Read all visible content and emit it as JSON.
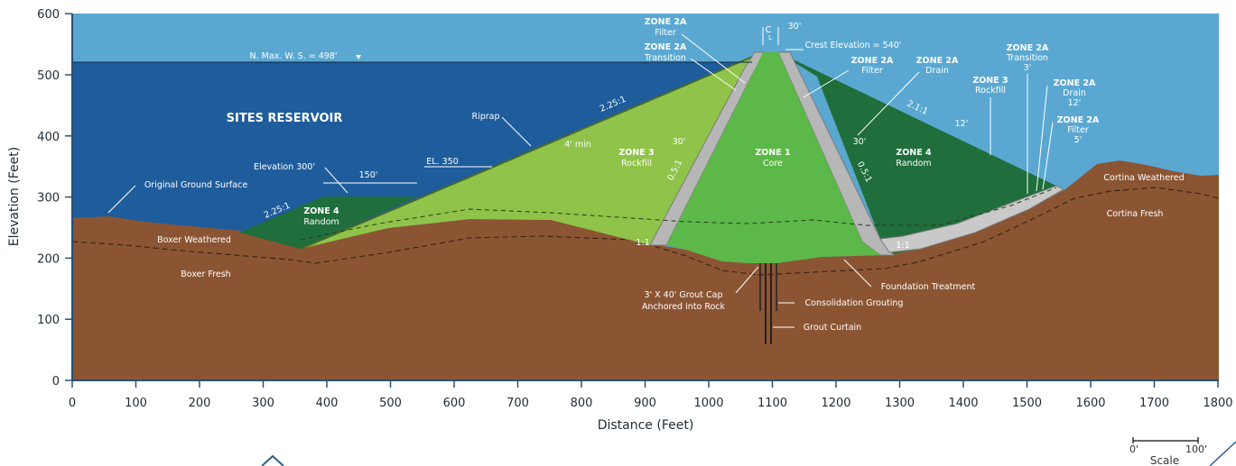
{
  "axes": {
    "y_label": "Elevation (Feet)",
    "x_label": "Distance (Feet)",
    "y_ticks": [
      "0",
      "100",
      "200",
      "300",
      "400",
      "500",
      "600"
    ],
    "x_ticks": [
      "0",
      "100",
      "200",
      "300",
      "400",
      "500",
      "600",
      "700",
      "800",
      "900",
      "1000",
      "1100",
      "1200",
      "1300",
      "1400",
      "1500",
      "1600",
      "1700",
      "1800"
    ]
  },
  "reservoir": {
    "name": "SITES RESERVOIR",
    "max_ws": "N. Max. W. S. = 498'"
  },
  "zones": {
    "zone4_left": [
      "ZONE 4",
      "Random"
    ],
    "zone3_left": [
      "ZONE 3",
      "Rockfill"
    ],
    "zone1": [
      "ZONE 1",
      "Core"
    ],
    "zone4_right": [
      "ZONE 4",
      "Random"
    ],
    "zone2a_filter_top": [
      "ZONE 2A",
      "Filter"
    ],
    "zone2a_transition_top": [
      "ZONE 2A",
      "Transition"
    ],
    "zone2a_filter_right": [
      "ZONE 2A",
      "Filter"
    ],
    "zone2a_drain_right": [
      "ZONE 2A",
      "Drain"
    ],
    "zone3_rockfill_right": [
      "ZONE 3",
      "Rockfill"
    ],
    "zone2a_transition_far": [
      "ZONE 2A",
      "Transition",
      "3'"
    ],
    "zone2a_drain_far": [
      "ZONE 2A",
      "Drain",
      "12'"
    ],
    "zone2a_filter_far": [
      "ZONE 2A",
      "Filter",
      "5'"
    ]
  },
  "annotations": {
    "crest_elevation": "Crest Elevation = 540'",
    "crest_width": "30'",
    "centerline": "C",
    "centerline_sub": "L",
    "riprap": "Riprap",
    "riprap_thickness": "4' min",
    "slope_upstream": "2.25:1",
    "slope_zone4": "2.25:1",
    "slope_downstream": "2.1:1",
    "slope_core_left": "0.5:1",
    "slope_core_right": "0.5:1",
    "slope_base_left": "1:1",
    "slope_base_right": "1:1",
    "filter_width_left": "30'",
    "filter_width_right": "30'",
    "drain_thickness": "12'",
    "el_350": "EL. 350",
    "elevation_300": "Elevation 300'",
    "berm_width": "150'",
    "original_ground": "Original Ground Surface",
    "boxer_weathered": "Boxer Weathered",
    "boxer_fresh": "Boxer Fresh",
    "cortina_weathered": "Cortina Weathered",
    "cortina_fresh": "Cortina Fresh",
    "foundation_treatment": "Foundation Treatment",
    "consolidation_grouting": "Consolidation Grouting",
    "grout_curtain": "Grout Curtain",
    "grout_cap_1": "3' X 40' Grout Cap",
    "grout_cap_2": "Anchored into Rock"
  },
  "scale": {
    "zero": "0'",
    "hundred": "100'",
    "label": "Scale"
  },
  "colors": {
    "sky": "#5aa8d1",
    "reservoir": "#1e5c9c",
    "ground": "#8b5533",
    "zone1": "#5cb848",
    "zone3": "#8fc349",
    "zone4": "#1f6e3b",
    "filter": "#b7b7b7",
    "axis": "#2a5070"
  }
}
